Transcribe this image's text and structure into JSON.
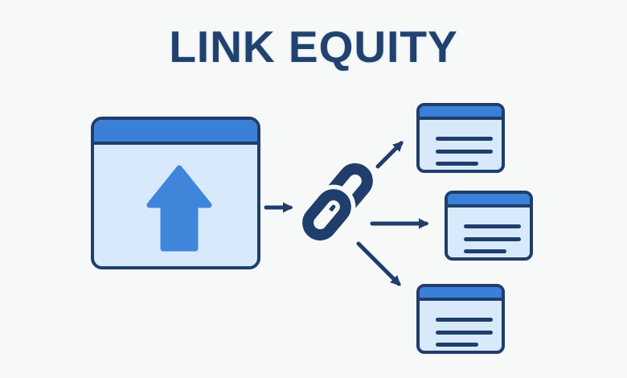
{
  "title": {
    "text": "LINK EQUITY"
  },
  "palette": {
    "bg": "#f7f8f8",
    "navy": "#1f3e6b",
    "title-navy": "#21416f",
    "blue": "#3b80d8",
    "light-blue": "#d9e9fc",
    "arrow-blue": "#3f86db"
  },
  "diagram": {
    "source_page": {
      "icon": "browser-window-up-arrow-icon"
    },
    "link": {
      "icon": "chain-link-icon"
    },
    "destination_pages": [
      {
        "icon": "webpage-card-icon",
        "text_lines": 3
      },
      {
        "icon": "webpage-card-icon",
        "text_lines": 3
      },
      {
        "icon": "webpage-card-icon",
        "text_lines": 3
      }
    ],
    "arrows": [
      {
        "from": "source-page",
        "to": "chain-link",
        "direction": "right"
      },
      {
        "from": "chain-link",
        "to": "destination-page-1",
        "direction": "up-right"
      },
      {
        "from": "chain-link",
        "to": "destination-page-2",
        "direction": "right"
      },
      {
        "from": "chain-link",
        "to": "destination-page-3",
        "direction": "down-right"
      }
    ]
  }
}
